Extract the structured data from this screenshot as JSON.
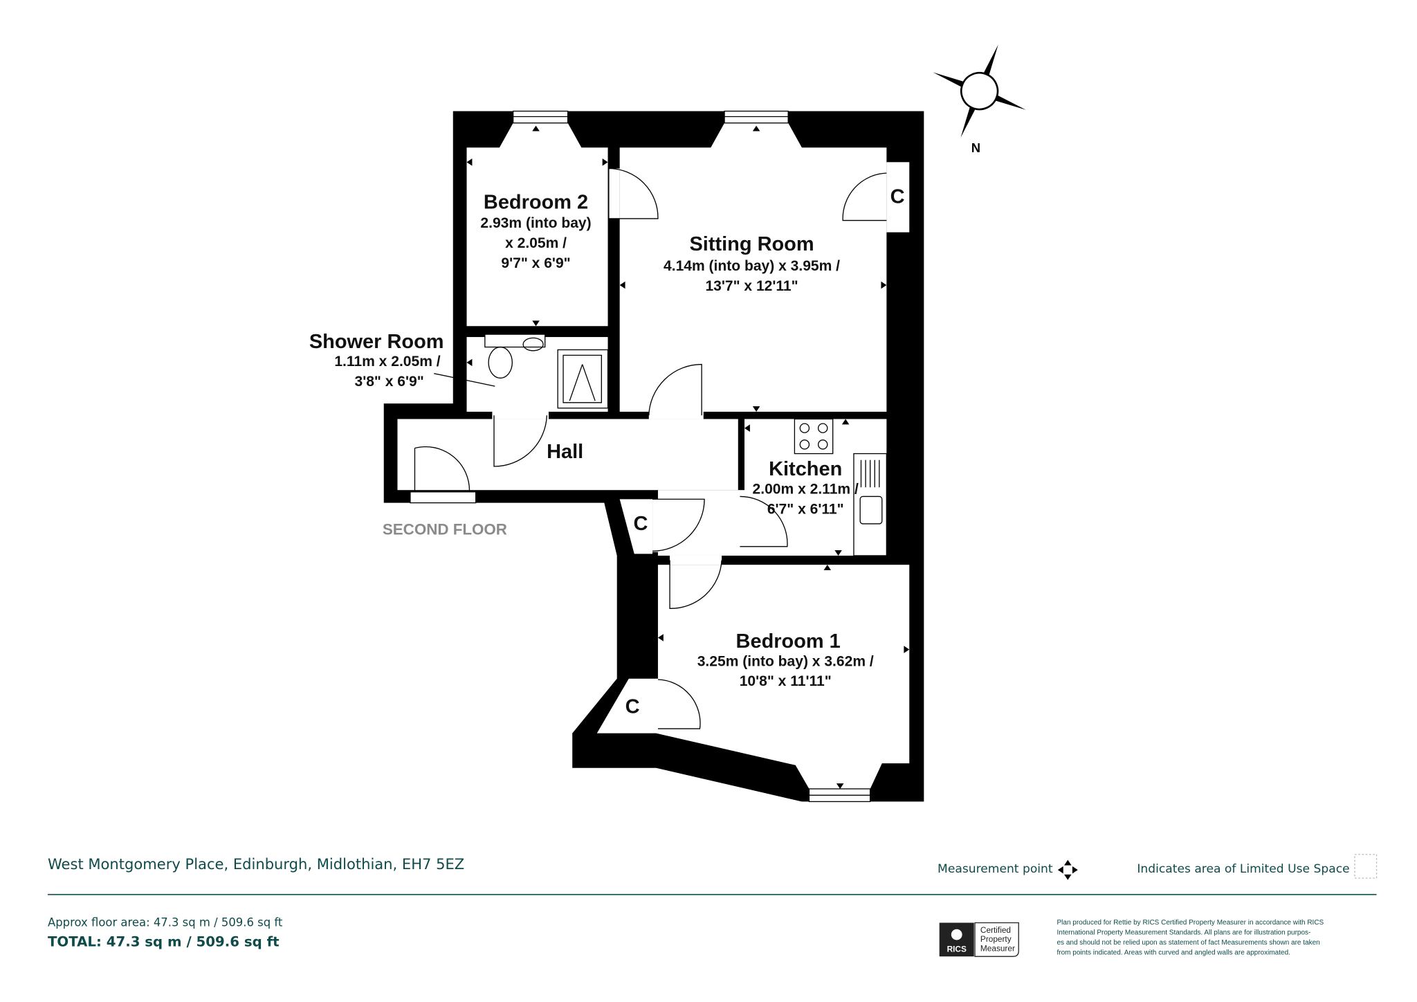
{
  "rooms": {
    "bedroom2": {
      "title": "Bedroom 2",
      "dim1": "2.93m (into bay)",
      "dim2": "x 2.05m /",
      "dim3": "9'7\" x 6'9\""
    },
    "sitting": {
      "title": "Sitting Room",
      "dim1": "4.14m (into bay) x 3.95m /",
      "dim2": "13'7\" x 12'11\""
    },
    "shower": {
      "title": "Shower Room",
      "dim1": "1.11m x 2.05m /",
      "dim2": "3'8\" x 6'9\""
    },
    "hall": {
      "title": "Hall"
    },
    "kitchen": {
      "title": "Kitchen",
      "dim1": "2.00m x 2.11m /",
      "dim2": "6'7\" x 6'11\""
    },
    "bedroom1": {
      "title": "Bedroom 1",
      "dim1": "3.25m (into bay) x 3.62m /",
      "dim2": "10'8\" x 11'11\""
    },
    "cupboard_label": "C"
  },
  "floor_label": "SECOND FLOOR",
  "compass_label": "N",
  "footer": {
    "address": "West Montgomery Place, Edinburgh, Midlothian, EH7 5EZ",
    "measurement_point": "Measurement point",
    "limited_use": "Indicates area of  Limited Use Space",
    "approx_area": "Approx floor area: 47.3 sq m / 509.6 sq ft",
    "total": "TOTAL: 47.3 sq m / 509.6 sq ft",
    "rics_logo": "RICS",
    "rics_badge": [
      "Certified",
      "Property",
      "Measurer"
    ],
    "disclaimer": [
      "Plan produced for Rettie by RICS Certified Property Measurer in accordance with RICS",
      "International Property  Measurement Standards.  All plans are for illustration purpos-",
      "es and should not be relied upon as statement of fact Measurements shown are taken",
      "from points indicated. Areas with curved and angled walls are approximated."
    ]
  },
  "colors": {
    "brand": "#0f4b4a",
    "floor_label": "#8a8a8a"
  }
}
